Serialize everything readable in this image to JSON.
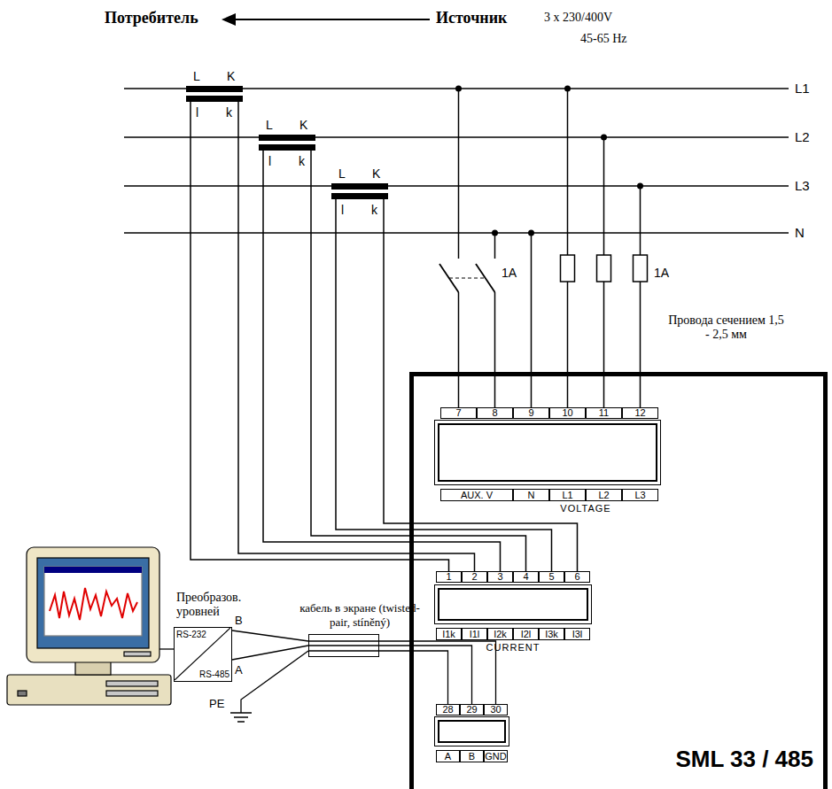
{
  "diagram": {
    "nodes": [
      {
        "text": [
          "SML 33 / 485"
        ]
      },
      {
        "text": [
          "AUX. V",
          "N",
          "L1",
          "L2",
          "L3",
          "VOLTAGE"
        ],
        "in": 0
      },
      {
        "text": [
          "I1k",
          "I1l",
          "I2k",
          "I2l",
          "I3k",
          "I3l",
          "CURRENT"
        ],
        "in": 0
      },
      {
        "text": [
          "A",
          "B",
          "GND"
        ],
        "in": 0
      },
      {
        "text": [
          "Преобразов. уровней",
          "RS-232",
          "RS-485"
        ]
      },
      {
        "text": [
          "кабель в экране (twisted-pair, stíněný)"
        ]
      }
    ],
    "edges": [
      {
        "from": 4,
        "to": 5,
        "arrow": "none"
      },
      {
        "from": 5,
        "to": 3,
        "arrow": "none"
      }
    ],
    "labels": [
      "Потребитель",
      "Источник",
      "3 x 230/400V",
      "45-65 Hz",
      "L1",
      "L2",
      "L3",
      "N",
      "L",
      "K",
      "l",
      "k",
      "L",
      "K",
      "l",
      "k",
      "L",
      "K",
      "l",
      "k",
      "1A",
      "1A",
      "Провода сечением 1,5 - 2,5 мм",
      "7",
      "8",
      "9",
      "10",
      "11",
      "12",
      "1",
      "2",
      "3",
      "4",
      "5",
      "6",
      "28",
      "29",
      "30",
      "B",
      "A",
      "PE"
    ]
  }
}
